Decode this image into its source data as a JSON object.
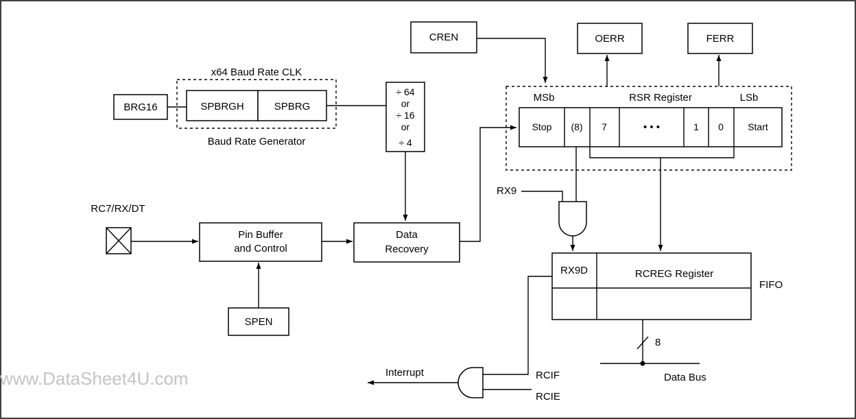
{
  "labels": {
    "brg16": "BRG16",
    "baud_clk": "x64 Baud Rate CLK",
    "spbrgh": "SPBRGH",
    "spbrg": "SPBRG",
    "baud_gen": "Baud Rate Generator",
    "divider": [
      "÷ 64",
      "or",
      "÷ 16",
      "or",
      "÷ 4"
    ],
    "cren": "CREN",
    "oerr": "OERR",
    "ferr": "FERR",
    "msb": "MSb",
    "rsr_register": "RSR Register",
    "lsb": "LSb",
    "rsr_cells": [
      "Stop",
      "(8)",
      "7",
      "• • •",
      "1",
      "0",
      "Start"
    ],
    "rx9": "RX9",
    "rc7": "RC7/RX/DT",
    "pin_buffer": [
      "Pin Buffer",
      "and Control"
    ],
    "data_recovery": [
      "Data",
      "Recovery"
    ],
    "spen": "SPEN",
    "rx9d": "RX9D",
    "rcreg": "RCREG Register",
    "fifo": "FIFO",
    "bus_width": "8",
    "data_bus": "Data Bus",
    "interrupt": "Interrupt",
    "rcif": "RCIF",
    "rcie": "RCIE",
    "watermark": "www.DataSheet4U.com"
  }
}
